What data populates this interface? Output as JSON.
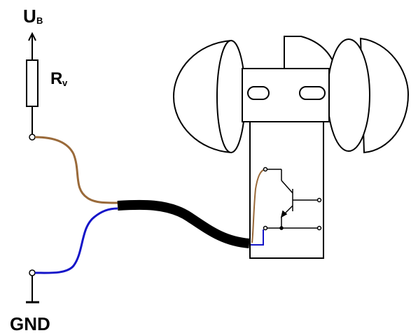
{
  "labels": {
    "supply_symbol": "U",
    "supply_subscript": "B",
    "resistor_symbol": "R",
    "resistor_subscript": "v",
    "ground": "GND"
  },
  "colors": {
    "brown_wire": "#9a6a3a",
    "blue_wire": "#1414c8",
    "cable": "#000000",
    "line": "#000000"
  }
}
